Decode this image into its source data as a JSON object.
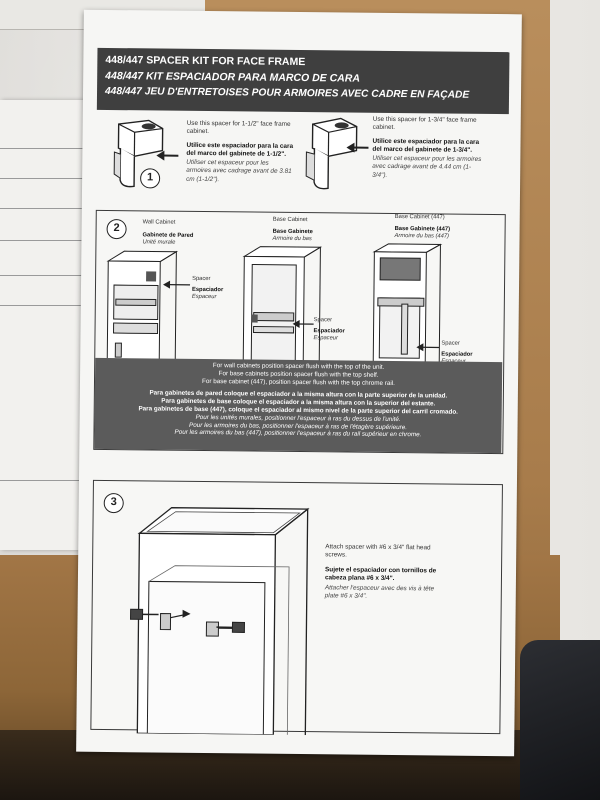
{
  "document": {
    "title_lines": [
      "448/447 SPACER KIT FOR FACE FRAME",
      "448/447 KIT ESPACIADOR PARA MARCO DE CARA",
      "448/447 JEU D'ENTRETOISES POUR ARMOIRES AVEC CADRE EN FAÇADE"
    ],
    "step1": {
      "number": "1",
      "left": {
        "en": "Use this spacer for 1-1/2\" face frame cabinet.",
        "es": "Utilice este espaciador para la cara del marco del gabinete de 1-1/2\".",
        "fr": "Utiliser cet espaceur pour les armoires avec cadrage avant de 3.81 cm (1-1/2\")."
      },
      "right": {
        "en": "Use this spacer for 1-3/4\" face frame cabinet.",
        "es": "Utilice este espaciador para la cara del marco del gabinete de 1-3/4\".",
        "fr": "Utiliser cet espaceur pour les armoires avec cadrage avant de 4.44 cm (1-3/4\")."
      }
    },
    "step2": {
      "number": "2",
      "wall_cabinet": {
        "en": "Wall Cabinet",
        "es": "Gabinete de Pared",
        "fr": "Unité murale"
      },
      "base_cabinet": {
        "en": "Base Cabinet",
        "es": "Base Gabinete",
        "fr": "Armoire du bas"
      },
      "base_cabinet_447": {
        "en": "Base Cabinet (447)",
        "es": "Base Gabinete (447)",
        "fr": "Armoire du bas (447)"
      },
      "spacer": {
        "en": "Spacer",
        "es": "Espaciador",
        "fr": "Espaceur"
      },
      "notes_en": [
        "For wall cabinets position spacer flush with the top of the unit.",
        "For base cabinets position spacer flush with the top shelf.",
        "For base cabinet (447), position spacer flush with the top chrome rail."
      ],
      "notes_es": [
        "Para gabinetes de pared coloque el espaciador a la misma altura con la parte superior de la unidad.",
        "Para gabinetes de base coloque el espaciador a la misma altura con la superior del estante.",
        "Para gabinetes de base (447), coloque el espaciador al mismo nivel de la parte superior del carril cromado."
      ],
      "notes_fr": [
        "Pour les unités murales, positionner l'espaceur à ras du dessus de l'unité.",
        "Pour les armoires du bas, positionner l'espaceur à ras de l'étagère supérieure.",
        "Pour les armoires du bas (447), positionner l'espaceur à ras du rail supérieur en chrome."
      ]
    },
    "step3": {
      "number": "3",
      "en": "Attach spacer with #6 x 3/4\" flat head screws.",
      "es": "Sujete el espaciador con tornillos de cabeza plana #6 x 3/4\".",
      "fr": "Attacher l'espaceur avec des vis à tête plate #6 x 3/4\"."
    }
  },
  "colors": {
    "title_bar": "#3f3f3f",
    "note_band": "#5b5b5b",
    "paper": "#f6f6f4",
    "cardboard": "#a87c4b"
  },
  "icons": [
    "spacer-block-icon",
    "screwdriver-icon",
    "cabinet-diagram",
    "arrow-icon"
  ]
}
